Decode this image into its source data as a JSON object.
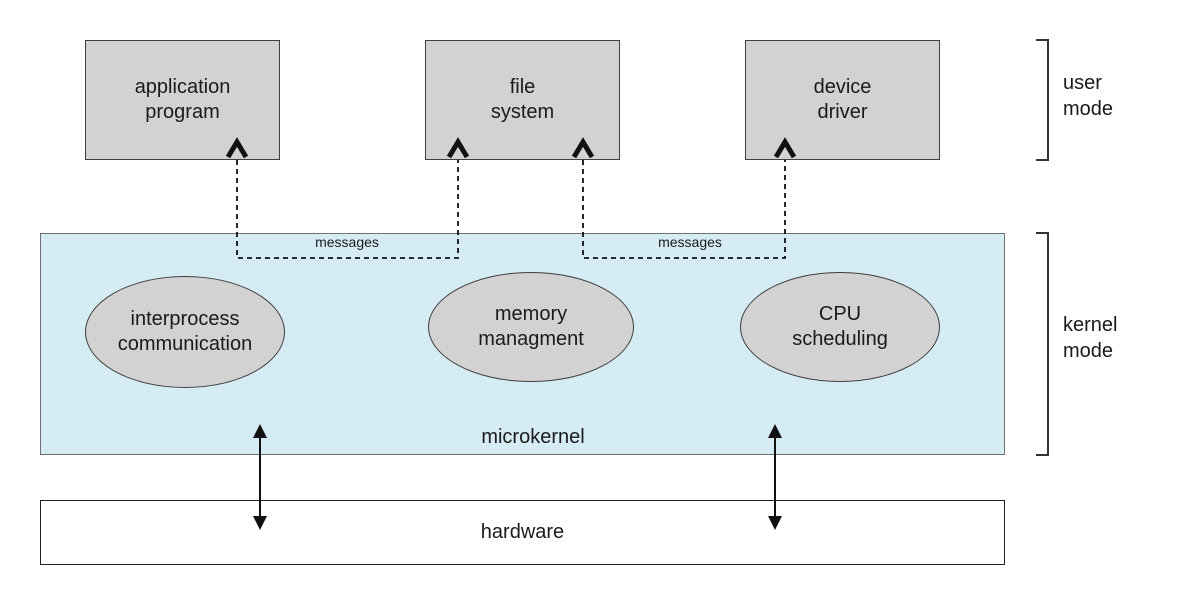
{
  "colors": {
    "box_fill": "#d2d2d2",
    "box_border": "#3f3f3f",
    "kernel_fill": "#d6ecf4",
    "kernel_border": "#707070",
    "hardware_fill": "#ffffff",
    "line_color": "#111111",
    "text_color": "#1a1a1a"
  },
  "user_mode": {
    "bracket_label": "user\nmode",
    "boxes": [
      {
        "label": "application\nprogram"
      },
      {
        "label": "file\nsystem"
      },
      {
        "label": "device\ndriver"
      }
    ]
  },
  "kernel_mode": {
    "bracket_label": "kernel\nmode",
    "label": "microkernel",
    "ellipses": [
      {
        "label": "interprocess\ncommunication"
      },
      {
        "label": "memory\nmanagment"
      },
      {
        "label": "CPU\nscheduling"
      }
    ],
    "message_labels": [
      "messages",
      "messages"
    ]
  },
  "hardware": {
    "label": "hardware"
  }
}
